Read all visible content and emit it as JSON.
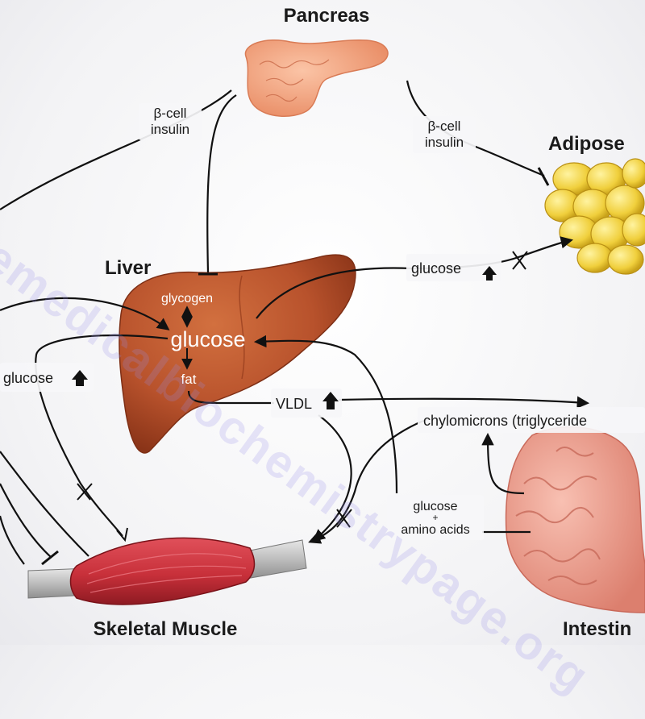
{
  "organs": {
    "pancreas": "Pancreas",
    "adipose": "Adipose",
    "liver": "Liver",
    "skeletal_muscle": "Skeletal Muscle",
    "intestine": "Intestin"
  },
  "labels": {
    "bcell_insulin_left_1": "β-cell",
    "bcell_insulin_left_2": "insulin",
    "bcell_insulin_right_1": "β-cell",
    "bcell_insulin_right_2": "insulin",
    "glucose_to_adipose": "glucose",
    "glycogen": "glycogen",
    "glucose_center": "glucose",
    "fat": "fat",
    "glucose_left": "glucose",
    "vldl": "VLDL",
    "chylomicrons": "chylomicrons (triglyceride",
    "glucose_amino_1": "glucose",
    "glucose_amino_plus": "+",
    "glucose_amino_2": "amino acids"
  },
  "watermark": "themedicalbiochemistrypage.org",
  "colors": {
    "liver": "#b8522c",
    "pancreas": "#f4a27e",
    "adipose": "#f0cf3c",
    "muscle": "#c8303a",
    "intestine": "#f0a090",
    "arrow": "#111111"
  },
  "icons": [
    "up-arrow-icon",
    "inhibit-bar-icon",
    "block-cross-icon"
  ]
}
